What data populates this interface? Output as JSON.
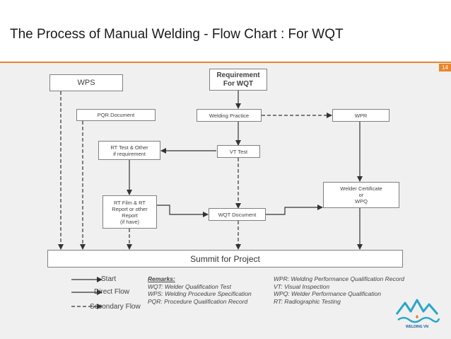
{
  "header": {
    "title": "The Process of Manual Welding - Flow Chart : For WQT",
    "page_number": "14",
    "accent_color": "#e8862e"
  },
  "nodes": {
    "wps": "WPS",
    "requirement": "Requirement\nFor  WQT",
    "pqr_document": "PQR Document",
    "welding_practice": "Welding Practice",
    "wpr": "WPR",
    "rt_test": "RT Test & Other\nif requirement",
    "vt_test": "VT Test",
    "welder_certificate": "Welder Certificate\nor\nWPQ",
    "rt_film": "RT Film & RT\nReport or other\nReport\n(if have)",
    "wqt_document": "WQT Document",
    "summit": "Summit for Project"
  },
  "legend": {
    "start": "Start",
    "direct_flow": "Direct Flow",
    "secondary_flow": "Secondary Flow"
  },
  "remarks": {
    "heading": "Remarks:",
    "left": [
      "WQT: Welder Qualification Test",
      "WPS: Welding Procedure Specification",
      "PQR: Procedure Qualification Record"
    ],
    "right": [
      "WPR: Welding Performance Qualification Record",
      "VT: Visual Inspection",
      "WPQ: Welder Performance Qualification",
      "RT: Radiographic Testing"
    ]
  },
  "logo": {
    "text": "WELDING VN",
    "icon": "wave-logo-icon"
  },
  "colors": {
    "line": "#333333",
    "box_border": "#808080",
    "panel": "#f0f0f0"
  }
}
